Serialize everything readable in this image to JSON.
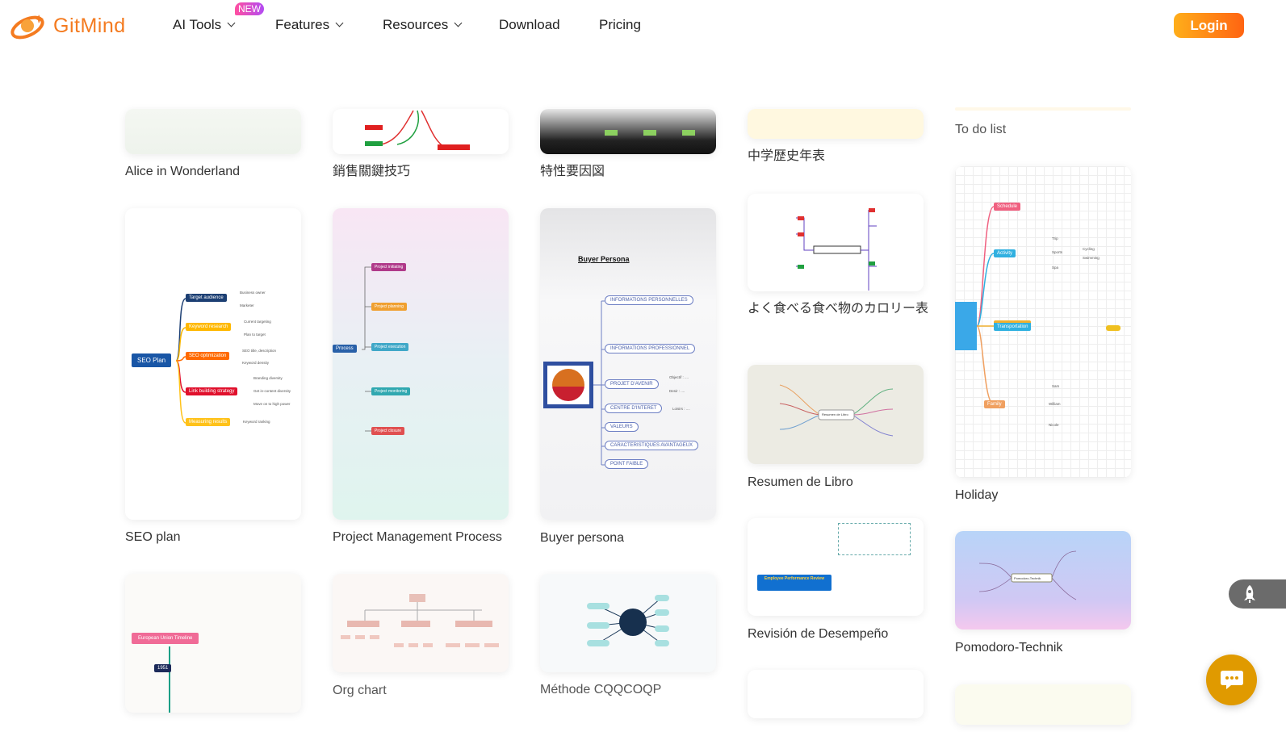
{
  "header": {
    "brand": "GitMind",
    "nav": [
      {
        "label": "AI Tools",
        "badge": "NEW"
      },
      {
        "label": "Features"
      },
      {
        "label": "Resources"
      },
      {
        "label": "Download"
      },
      {
        "label": "Pricing"
      }
    ],
    "login": "Login"
  },
  "templates": [
    {
      "title": "Alice in Wonderland"
    },
    {
      "title": "銷售關鍵技巧"
    },
    {
      "title": "特性要因図"
    },
    {
      "title": "中学歴史年表"
    },
    {
      "title": "To do list"
    },
    {
      "title": "SEO plan",
      "root": "SEO Plan",
      "nodes": [
        "Target audience",
        "Keyword research",
        "SEO optimization",
        "Link building strategy",
        "Measuring results"
      ],
      "leaves": [
        "Business owner",
        "Marketer",
        "Current targeting",
        "Plan to target",
        "SEO title, description",
        "Keyword density",
        "Branding diversity",
        "Get in-content diversity",
        "Move on to high power",
        "Keyword ranking"
      ]
    },
    {
      "title": "Project Management Process",
      "root": "Process",
      "nodes": [
        "Project initiating",
        "Project planning",
        "Project execution",
        "Project monitoring",
        "Project closure"
      ]
    },
    {
      "title": "Buyer persona",
      "heading": "Buyer Persona",
      "nodes": [
        "INFORMATIONS PERSONNELLES",
        "INFORMATIONS PROFESSIONNEL",
        "PROJET D'AVENIR",
        "CENTRE D'INTERET",
        "VALEURS",
        "CARACTERISTIQUES AVANTAGEUX",
        "POINT FAIBLE"
      ],
      "leaves": [
        "Objectif : ....",
        "Desir : ....",
        "Loisirs : ...."
      ]
    },
    {
      "title": "よく食べる食べ物のカロリー表"
    },
    {
      "title": "Holiday",
      "nodes": [
        "Schedule",
        "Activity",
        "Transportation",
        "Family"
      ],
      "leaves": [
        "Trip",
        "Sports",
        "Spa",
        "Cycling",
        "Swimming",
        "Sam",
        "William",
        "Nicole"
      ]
    },
    {
      "title": "Resumen de Libro",
      "root": "Resumen de Libro"
    },
    {
      "title": "Revisión de Desempeño",
      "root": "Employee Performance Review"
    },
    {
      "title": "Pomodoro-Technik",
      "root": "Pomodoro-Technik"
    },
    {
      "title": "Org chart"
    },
    {
      "title": "Méthode CQQCOQP"
    },
    {
      "title": "European Union Timeline",
      "year": "1951"
    }
  ],
  "colors": {
    "brand": "#f47b20",
    "chat": "#e09a00"
  }
}
